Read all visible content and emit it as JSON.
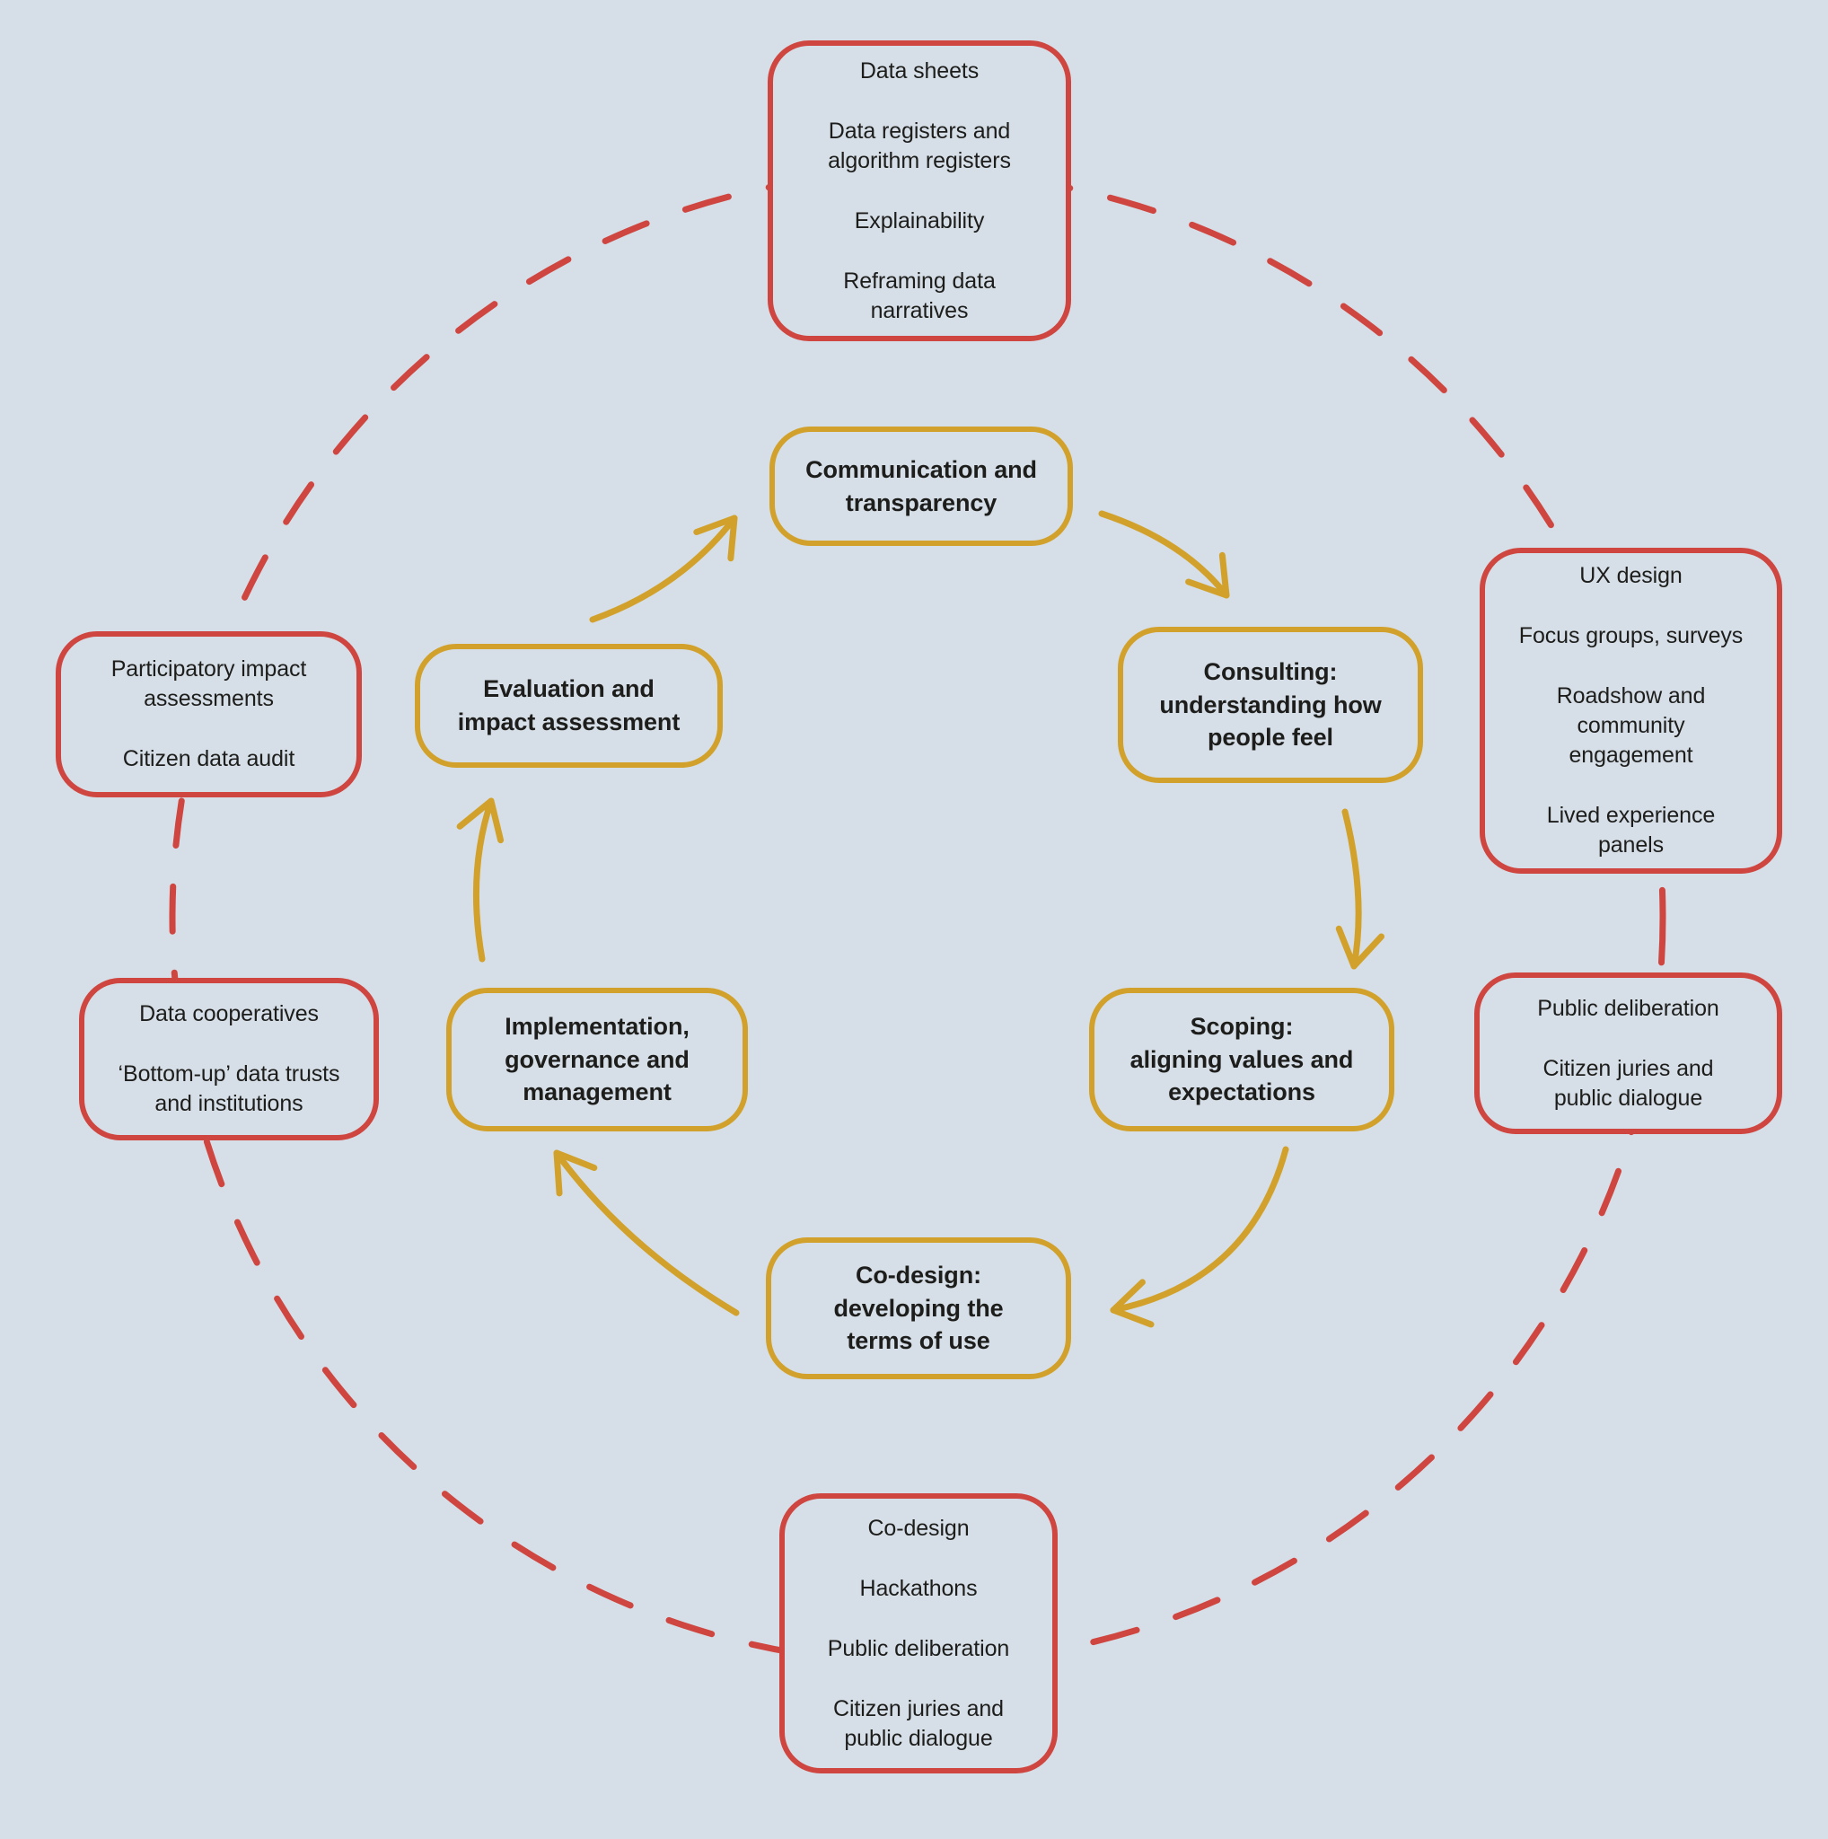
{
  "colors": {
    "bg": "#D6DFE7",
    "gold": "#D2A12B",
    "red": "#CF4641",
    "text": "#1D1D1B"
  },
  "cycle": [
    {
      "id": "communication",
      "label": "Communication and\ntransparency"
    },
    {
      "id": "consulting",
      "label": "Consulting:\nunderstanding how\npeople feel"
    },
    {
      "id": "scoping",
      "label": "Scoping:\naligning values and\nexpectations"
    },
    {
      "id": "codesign",
      "label": "Co-design:\ndeveloping the\nterms of use"
    },
    {
      "id": "implementation",
      "label": "Implementation,\ngovernance and\nmanagement"
    },
    {
      "id": "evaluation",
      "label": "Evaluation and\nimpact assessment"
    }
  ],
  "outer": {
    "top": {
      "items": [
        "Data sheets",
        "Data registers and\nalgorithm registers",
        "Explainability",
        "Reframing data\nnarratives"
      ]
    },
    "ux": {
      "items": [
        "UX design",
        "Focus groups, surveys",
        "Roadshow and\ncommunity\nengagement",
        "Lived experience\npanels"
      ]
    },
    "public_deliberation": {
      "items": [
        "Public deliberation",
        "Citizen juries and\npublic dialogue"
      ]
    },
    "bottom": {
      "items": [
        "Co-design",
        "Hackathons",
        "Public deliberation",
        "Citizen juries and\npublic dialogue"
      ]
    },
    "data_cooperatives": {
      "items": [
        "Data cooperatives",
        "‘Bottom-up’ data trusts\nand institutions"
      ]
    },
    "participatory": {
      "items": [
        "Participatory impact\nassessments",
        "Citizen data audit"
      ]
    }
  }
}
